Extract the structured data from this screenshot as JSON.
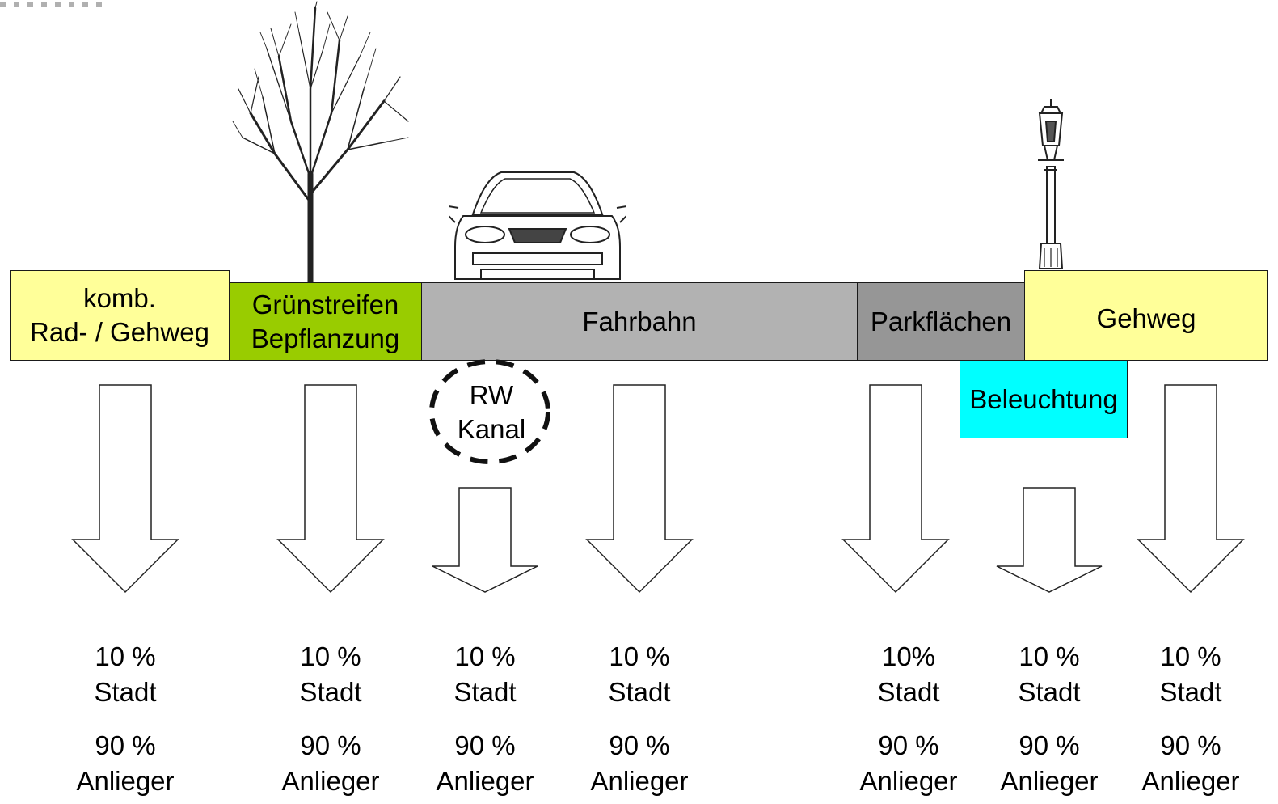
{
  "segments": [
    {
      "id": "rad-gehweg",
      "lines": [
        "komb.",
        "Rad- / Gehweg"
      ],
      "color": "#ffff99"
    },
    {
      "id": "gruenstreifen",
      "lines": [
        "Grünstreifen",
        "Bepflanzung"
      ],
      "color": "#99cc00"
    },
    {
      "id": "fahrbahn",
      "lines": [
        "Fahrbahn"
      ],
      "color": "#b2b2b2"
    },
    {
      "id": "parkflaechen",
      "lines": [
        "Parkflächen"
      ],
      "color": "#969696"
    },
    {
      "id": "gehweg",
      "lines": [
        "Gehweg"
      ],
      "color": "#ffff99"
    }
  ],
  "beleuchtung": {
    "label": "Beleuchtung",
    "color": "#00ffff"
  },
  "rw_kanal": {
    "lines": [
      "RW",
      "Kanal"
    ]
  },
  "shares": [
    {
      "stadt": "10 %",
      "stadt_label": "Stadt",
      "anlieger": "90 %",
      "anlieger_label": "Anlieger"
    },
    {
      "stadt": "10 %",
      "stadt_label": "Stadt",
      "anlieger": "90 %",
      "anlieger_label": "Anlieger"
    },
    {
      "stadt": "10 %",
      "stadt_label": "Stadt",
      "anlieger": "90 %",
      "anlieger_label": "Anlieger"
    },
    {
      "stadt": "10 %",
      "stadt_label": "Stadt",
      "anlieger": "90 %",
      "anlieger_label": "Anlieger"
    },
    {
      "stadt": "10%",
      "stadt_label": "Stadt",
      "anlieger": "90 %",
      "anlieger_label": "Anlieger"
    },
    {
      "stadt": "10 %",
      "stadt_label": "Stadt",
      "anlieger": "90 %",
      "anlieger_label": "Anlieger"
    },
    {
      "stadt": "10 %",
      "stadt_label": "Stadt",
      "anlieger": "90 %",
      "anlieger_label": "Anlieger"
    }
  ]
}
